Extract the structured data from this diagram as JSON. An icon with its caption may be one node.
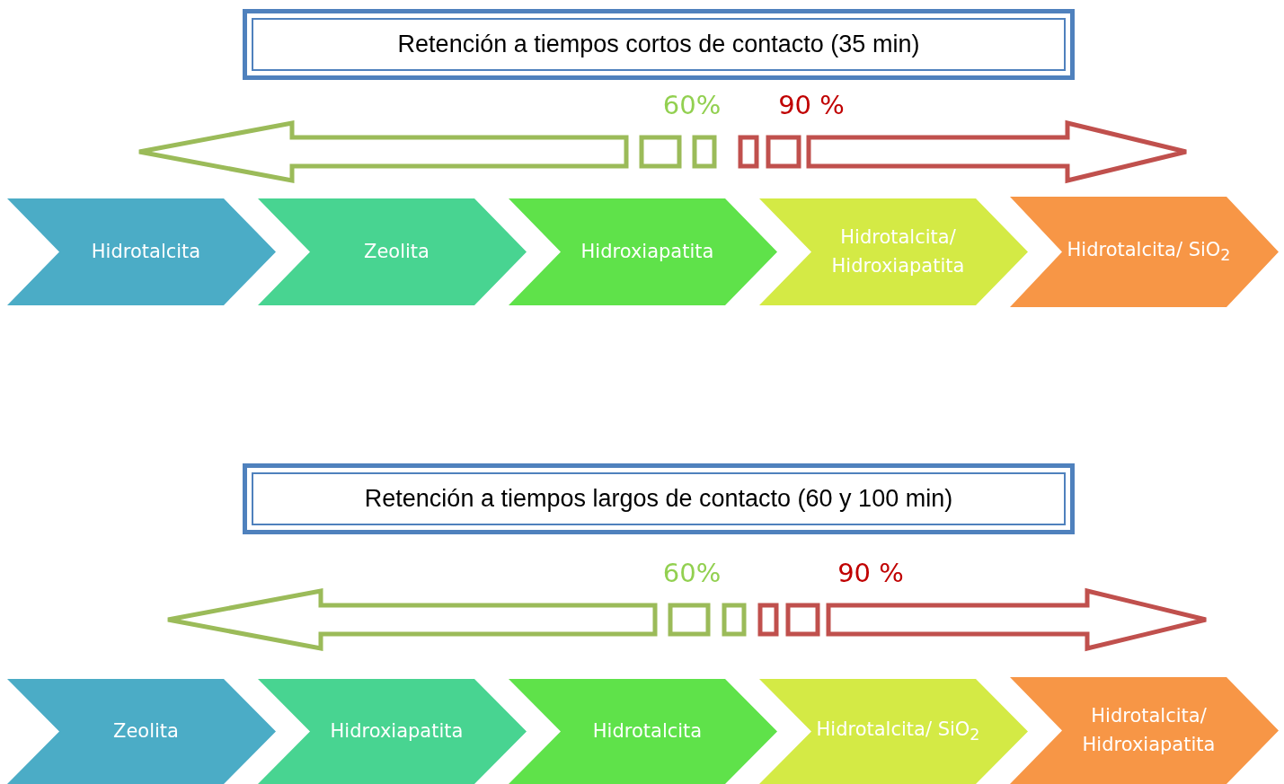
{
  "diagram": {
    "nodes": [
      {
        "text": [
          "Retención a tiempos cortos de contacto (35 min)"
        ]
      },
      {
        "text": [
          "Hidrotalcita"
        ]
      },
      {
        "text": [
          "Zeolita"
        ]
      },
      {
        "text": [
          "Hidroxiapatita"
        ]
      },
      {
        "text": [
          "Hidrotalcita/ Hidroxiapatita"
        ]
      },
      {
        "text": [
          "Hidrotalcita/ SiO$_{2}$"
        ]
      },
      {
        "text": [
          "Retención a tiempos largos de contacto (60 y 100 min)"
        ]
      },
      {
        "text": [
          "Zeolita"
        ]
      },
      {
        "text": [
          "Hidroxiapatita"
        ]
      },
      {
        "text": [
          "Hidrotalcita"
        ]
      },
      {
        "text": [
          "Hidrotalcita/ SiO$_{2}$"
        ]
      },
      {
        "text": [
          "Hidrotalcita/ Hidroxiapatita"
        ]
      }
    ],
    "labels": [
      "60%",
      "90 %",
      "60%",
      "90 %"
    ]
  }
}
